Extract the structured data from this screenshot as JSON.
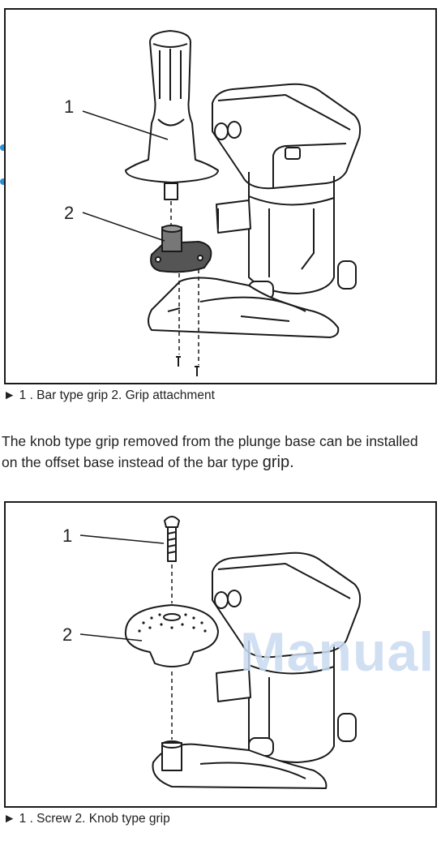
{
  "figure1": {
    "callout_1": "1",
    "callout_2": "2",
    "caption": "► 1 . Bar type grip 2. Grip attachment"
  },
  "paragraph": {
    "text": "The knob type grip removed from the plunge base can be installed on the offset base instead of the bar type ",
    "last_word": "grip."
  },
  "figure2": {
    "callout_1": "1",
    "callout_2": "2",
    "caption": "► 1 . Screw 2. Knob type grip"
  },
  "watermark": "Manual",
  "colors": {
    "bullet": "#2a8fd6",
    "watermark": "#c9daf0",
    "grip_attachment": "#555555"
  }
}
